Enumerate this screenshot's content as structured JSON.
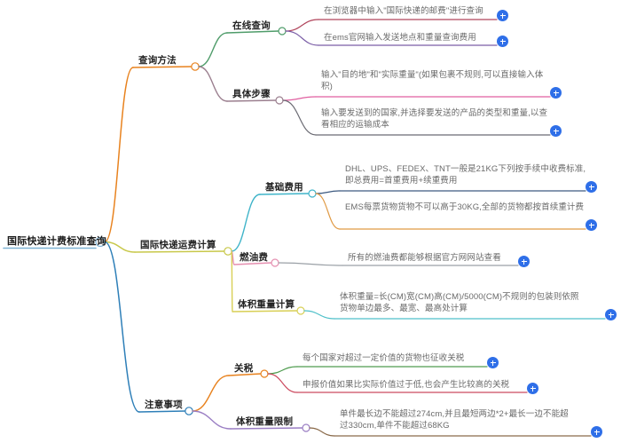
{
  "document": {
    "type": "mind-map",
    "title": "国际快递计费标准查询"
  },
  "colors": {
    "root_line": "#7fb3d5",
    "branch_1": "#e8821e",
    "branch_2": "#c8c84a",
    "branch_3": "#2e7fb8",
    "expander": "#2f6fe8",
    "topic_text": "#222222",
    "leaf_text": "#6a6a6a"
  },
  "root": {
    "label": "国际快递计费标准查询"
  },
  "branches": [
    {
      "label": "查询方法",
      "color": "#e8821e",
      "children": [
        {
          "label": "在线查询",
          "color": "#4f9c6a",
          "leaves": [
            {
              "text": "在浏览器中输入\"国际快递的邮费\"进行查询",
              "color": "#b0445b",
              "expander": "+"
            },
            {
              "text": "在ems官网输入发送地点和重量查询费用",
              "color": "#7b5ea7",
              "expander": "+"
            }
          ]
        },
        {
          "label": "具体步骤",
          "color": "#9b7f8f",
          "leaves": [
            {
              "text": "输入\"目的地\"和\"实际重量\"(如果包裹不规则,可以直接输入体积)",
              "color": "#e05fa0",
              "expander": "+"
            },
            {
              "text": "输入要发送到的国家,并选择要发送的产品的类型和重量,以查看相应的运输成本",
              "color": "#6b6b73",
              "expander": "+"
            }
          ]
        }
      ]
    },
    {
      "label": "国际快递运费计算",
      "color": "#c8c84a",
      "children": [
        {
          "label": "基础费用",
          "color": "#3fb4c9",
          "leaves": [
            {
              "text": "DHL、UPS、FEDEX、TNT一般是21KG下列按手续中收费标准,即总费用=首重费用+续重费用",
              "color": "#3d5a80",
              "expander": "+"
            },
            {
              "text": "EMS每票货物货物不可以高于30KG,全部的货物都按首续重计费",
              "color": "#e09a45",
              "expander": "+"
            }
          ]
        },
        {
          "label": "燃油费",
          "color": "#e58fb0",
          "leaves": [
            {
              "text": "所有的燃油费都能够根据官方网网站查看",
              "color": "#9aa0a6",
              "expander": "+"
            }
          ]
        },
        {
          "label": "体积重量计算",
          "color": "#d8cf55",
          "leaves": [
            {
              "text": "体积重量=长(CM)宽(CM)高(CM)/5000(CM)不规则的包装则依照货物单边最多、最宽、最高处计算",
              "color": "#4fc0c9",
              "expander": "+"
            }
          ]
        }
      ]
    },
    {
      "label": "注意事项",
      "color": "#2e7fb8",
      "children": [
        {
          "label": "关税",
          "color": "#e8821e",
          "leaves": [
            {
              "text": "每个国家对超过一定价值的货物也征收关税",
              "color": "#4f9c4f",
              "expander": "+"
            },
            {
              "text": "申报价值如果比实际价值过于低,也会产生比较高的关税",
              "color": "#cc4a5f",
              "expander": "+"
            }
          ]
        },
        {
          "label": "体积重量限制",
          "color": "#9b7fc4",
          "leaves": [
            {
              "text": "单件最长边不能超过274cm,并且最短两边*2+最长一边不能超过330cm,单件不能超过68KG",
              "color": "#8a6a4a",
              "expander": "+"
            }
          ]
        }
      ]
    }
  ]
}
